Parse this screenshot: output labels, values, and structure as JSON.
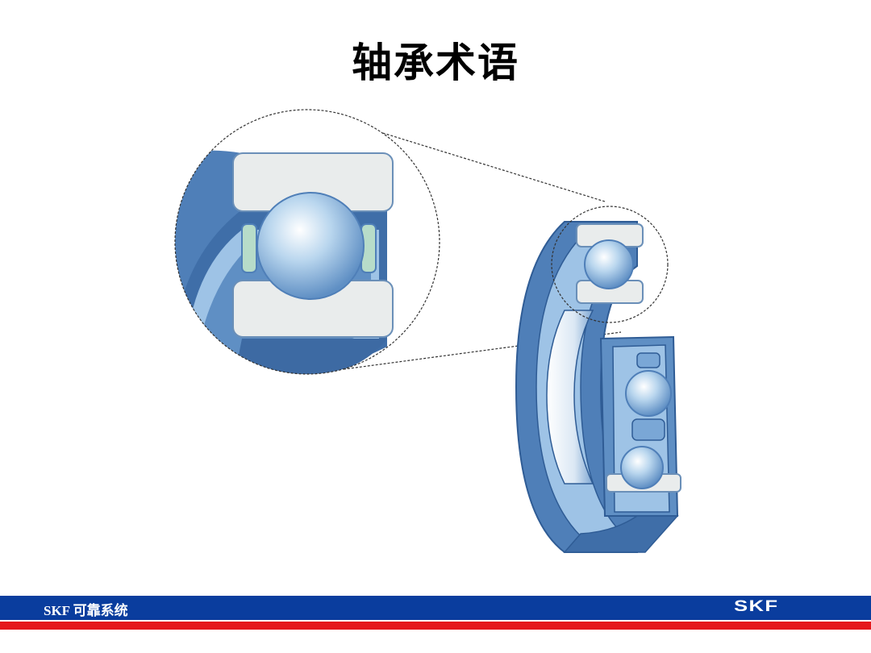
{
  "slide": {
    "title": "轴承术语"
  },
  "footer": {
    "left_text": "SKF 可靠系统",
    "logo_text": "SKF"
  },
  "colors": {
    "footer_blue": "#0a3d9e",
    "footer_red": "#e5171c",
    "bearing_blue": "#4f7fb8",
    "bearing_light": "#9ec3e6",
    "ring_gray": "#e9ecec"
  }
}
